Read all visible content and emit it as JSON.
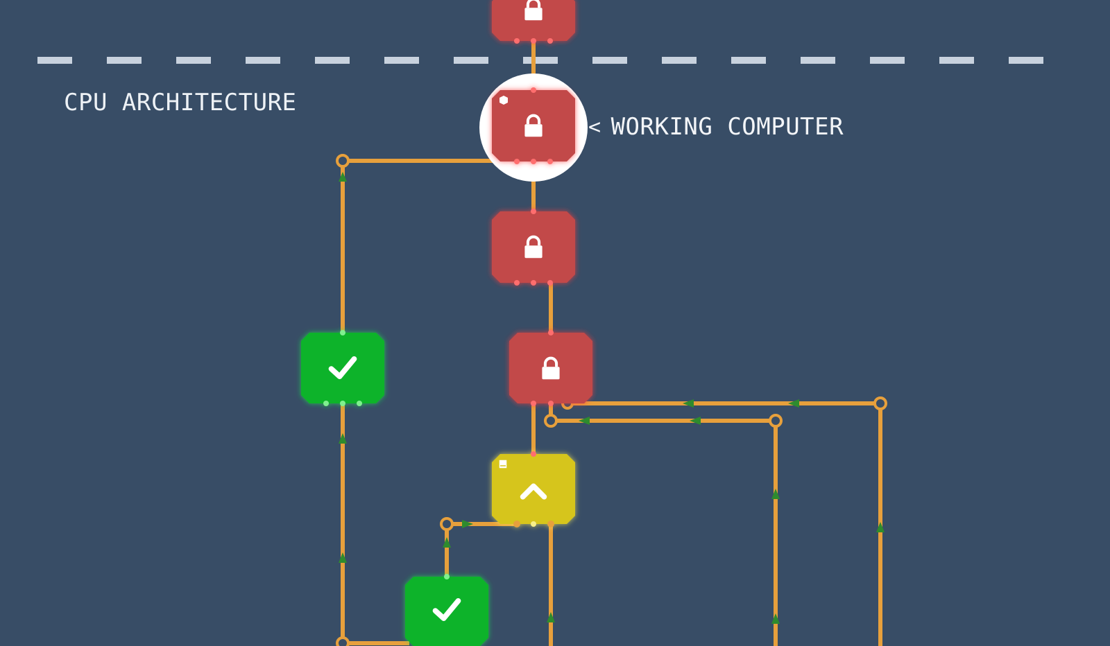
{
  "section": {
    "label": "CPU ARCHITECTURE"
  },
  "callout": {
    "label": "WORKING COMPUTER",
    "pointer": "<"
  },
  "colors": {
    "background": "#384d66",
    "wire": "#e7a03c",
    "wire_arrow": "#2e8b2e",
    "locked": "#c24848",
    "completed": "#0fb32c",
    "current": "#d6c51f",
    "divider": "#c8d2de",
    "highlight": "#ffffff"
  },
  "nodes": [
    {
      "id": "node-top",
      "state": "locked",
      "icon": "lock-icon"
    },
    {
      "id": "node-working",
      "state": "locked",
      "icon": "lock-icon",
      "selected": true
    },
    {
      "id": "node-locked-3",
      "state": "locked",
      "icon": "lock-icon"
    },
    {
      "id": "node-locked-4",
      "state": "locked",
      "icon": "lock-icon"
    },
    {
      "id": "node-done-left",
      "state": "completed",
      "icon": "check-icon"
    },
    {
      "id": "node-current",
      "state": "available",
      "icon": "chevron-up-icon"
    },
    {
      "id": "node-done-lower",
      "state": "completed",
      "icon": "check-icon"
    }
  ]
}
